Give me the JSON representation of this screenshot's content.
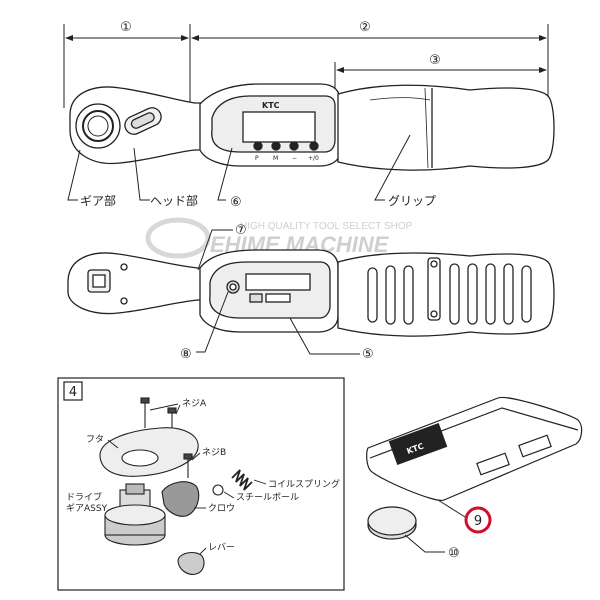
{
  "dims": {
    "d1": "①",
    "d2": "②",
    "d3": "③"
  },
  "callouts": {
    "c4": "4",
    "c5": "⑤",
    "c6": "⑥",
    "c7": "⑦",
    "c8": "⑧",
    "c9": "9",
    "c10": "⑩"
  },
  "parts": {
    "gear": "ギア部",
    "head": "ヘッド部",
    "grip": "グリップ"
  },
  "wrench": {
    "brand": "KTC",
    "buttons": [
      "P",
      "M",
      "−",
      "+/0"
    ]
  },
  "watermark": {
    "tagline": "HIGH QUALITY TOOL SELECT SHOP",
    "name": "EHIME MACHINE"
  },
  "exploded": {
    "screw_a": "ネジA",
    "cover": "フタ",
    "screw_b": "ネジB",
    "coil_spring": "コイルスプリング",
    "steel_ball": "スチールボール",
    "drive_gear": "ドライブ\nギアASSY",
    "claw": "クロウ",
    "lever": "レバー"
  },
  "case_brand": "KTC",
  "colors": {
    "highlight_circle": "#d0102a"
  }
}
